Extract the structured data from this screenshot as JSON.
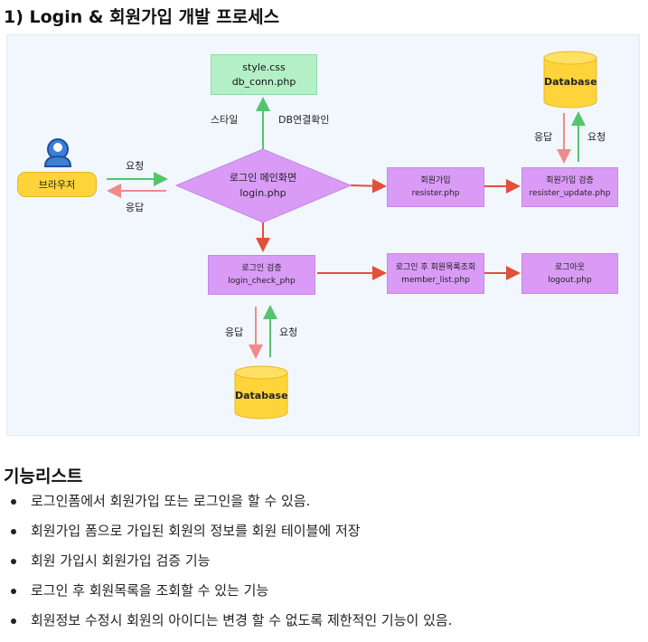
{
  "header": {
    "title": "1) Login & 회원가입 개발 프로세스"
  },
  "diagram": {
    "browser": "브라우저",
    "style_box": {
      "line1": "style.css",
      "line2": "db_conn.php"
    },
    "main_diamond": {
      "line1": "로그인 메인화면",
      "line2": "login.php"
    },
    "register_box": {
      "line1": "회원가입",
      "line2": "resister.php"
    },
    "register_check_box": {
      "line1": "회원가입 검증",
      "line2": "resister_update.php"
    },
    "login_check_box": {
      "line1": "로그인 검증",
      "line2": "login_check_php"
    },
    "member_list_box": {
      "line1": "로그인 후 회원목록조회",
      "line2": "member_list.php"
    },
    "logout_box": {
      "line1": "로그아웃",
      "line2": "logout.php"
    },
    "db_top": "Database",
    "db_bottom": "Database",
    "labels": {
      "style": "스타일",
      "db_check": "DB연결확인",
      "request": "요청",
      "response": "응답"
    },
    "colors": {
      "green_arrow": "#55c46e",
      "red_arrow": "#e0503a",
      "pink_arrow": "#f08a8a",
      "purple": "#d99bf5",
      "yellow": "#ffd43b",
      "mint": "#b4f0c6"
    }
  },
  "features": {
    "heading": "기능리스트",
    "items": [
      "로그인폼에서 회원가입 또는 로그인을 할 수 있음.",
      "회원가입 폼으로 가입된 회원의 정보를 회원 테이블에 저장",
      "회원 가입시 회원가입 검증 기능",
      "로그인 후 회원목록을 조회할  수 있는 기능",
      "회원정보 수정시 회원의 아이디는 변경 할 수 없도록 제한적인 기능이 있음."
    ]
  }
}
